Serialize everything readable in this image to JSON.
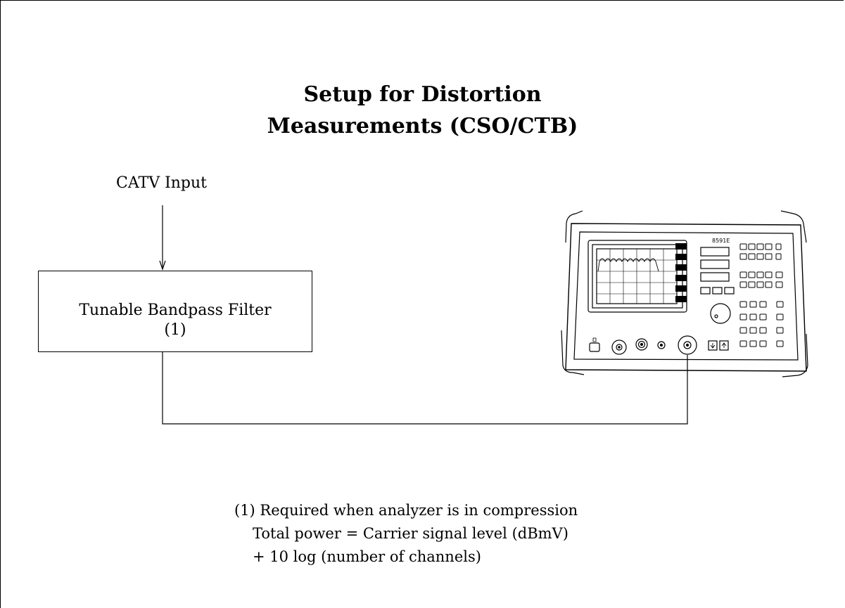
{
  "title": {
    "line1": "Setup for Distortion",
    "line2": "Measurements (CSO/CTB)"
  },
  "input_label": "CATV Input",
  "filter": {
    "name": "Tunable Bandpass Filter",
    "note_ref": "(1)"
  },
  "analyzer": {
    "model": "8591E",
    "icon": "spectrum-analyzer-icon"
  },
  "footnote": {
    "line1": "(1) Required when analyzer is in compression",
    "line2": "Total power = Carrier signal level (dBmV)",
    "line3": "+ 10 log (number of channels)"
  }
}
